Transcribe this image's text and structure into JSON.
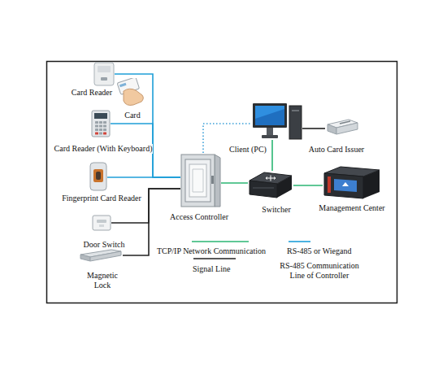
{
  "diagram": {
    "nodes": [
      {
        "text": [
          "Card Reader"
        ]
      },
      {
        "text": [
          "Card"
        ]
      },
      {
        "text": [
          "Card Reader (With Keyboard)"
        ]
      },
      {
        "text": [
          "Fingerprint Card Reader"
        ]
      },
      {
        "text": [
          "Access Controller"
        ]
      },
      {
        "text": [
          "Door Switch"
        ]
      },
      {
        "text": [
          "Magnetic Lock"
        ]
      },
      {
        "text": [
          "Client (PC)"
        ]
      },
      {
        "text": [
          "Auto Card Issuer"
        ]
      },
      {
        "text": [
          "Switcher"
        ]
      },
      {
        "text": [
          "Management Center"
        ]
      }
    ],
    "edges": [
      {
        "from": 0,
        "to": 4,
        "arrow": "none"
      },
      {
        "from": 2,
        "to": 4,
        "arrow": "none"
      },
      {
        "from": 3,
        "to": 4,
        "arrow": "none"
      },
      {
        "from": 5,
        "to": 4,
        "arrow": "none"
      },
      {
        "from": 6,
        "to": 4,
        "arrow": "none"
      },
      {
        "from": 4,
        "to": 7,
        "arrow": "none"
      },
      {
        "from": 4,
        "to": 9,
        "arrow": "none"
      },
      {
        "from": 7,
        "to": 9,
        "arrow": "none"
      },
      {
        "from": 7,
        "to": 8,
        "arrow": "none"
      },
      {
        "from": 9,
        "to": 10,
        "arrow": "none"
      }
    ],
    "legend": [
      {
        "text": "TCP/IP Network Communication"
      },
      {
        "text": "RS-485 or Wiegand"
      },
      {
        "text": "Signal Line"
      },
      {
        "text": "RS-485 Communication Line of Controller"
      }
    ]
  }
}
